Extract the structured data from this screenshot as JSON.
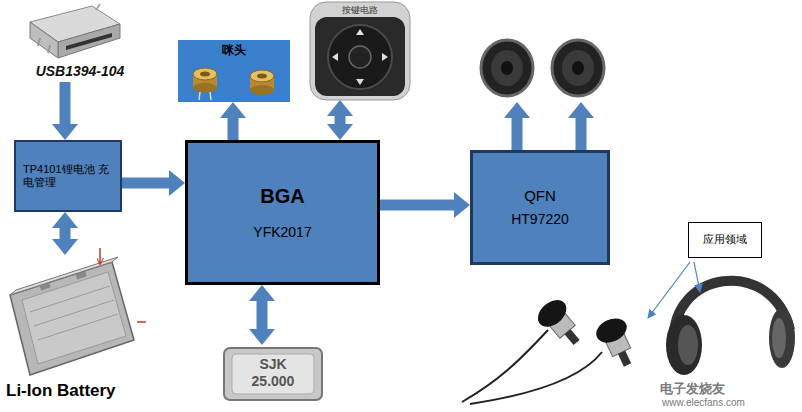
{
  "diagram": {
    "nodes": [
      {
        "text": [
          "USB1394-104"
        ]
      },
      {
        "text": [
          "TP4101锂电池 充电管理"
        ]
      },
      {
        "text": [
          "Li-Ion Battery"
        ]
      },
      {
        "text": [
          "BGA",
          "YFK2017"
        ]
      },
      {
        "text": [
          "咪头"
        ]
      },
      {
        "text": [
          "按键电路"
        ]
      },
      {
        "text": [
          "SJK 25.000"
        ]
      },
      {
        "text": [
          "QFN",
          "HT97220"
        ]
      },
      {
        "text": [
          "应用领域"
        ]
      }
    ],
    "edges": [
      {
        "from": 0,
        "to": 1,
        "arrow": "to"
      },
      {
        "from": 1,
        "to": 2,
        "arrow": "both"
      },
      {
        "from": 1,
        "to": 3,
        "arrow": "to"
      },
      {
        "from": 3,
        "to": 4,
        "arrow": "to"
      },
      {
        "from": 3,
        "to": 5,
        "arrow": "both"
      },
      {
        "from": 3,
        "to": 6,
        "arrow": "both"
      },
      {
        "from": 3,
        "to": 7,
        "arrow": "to"
      }
    ],
    "labels": [
      "电子发烧友",
      "www.elecfans.com"
    ]
  }
}
